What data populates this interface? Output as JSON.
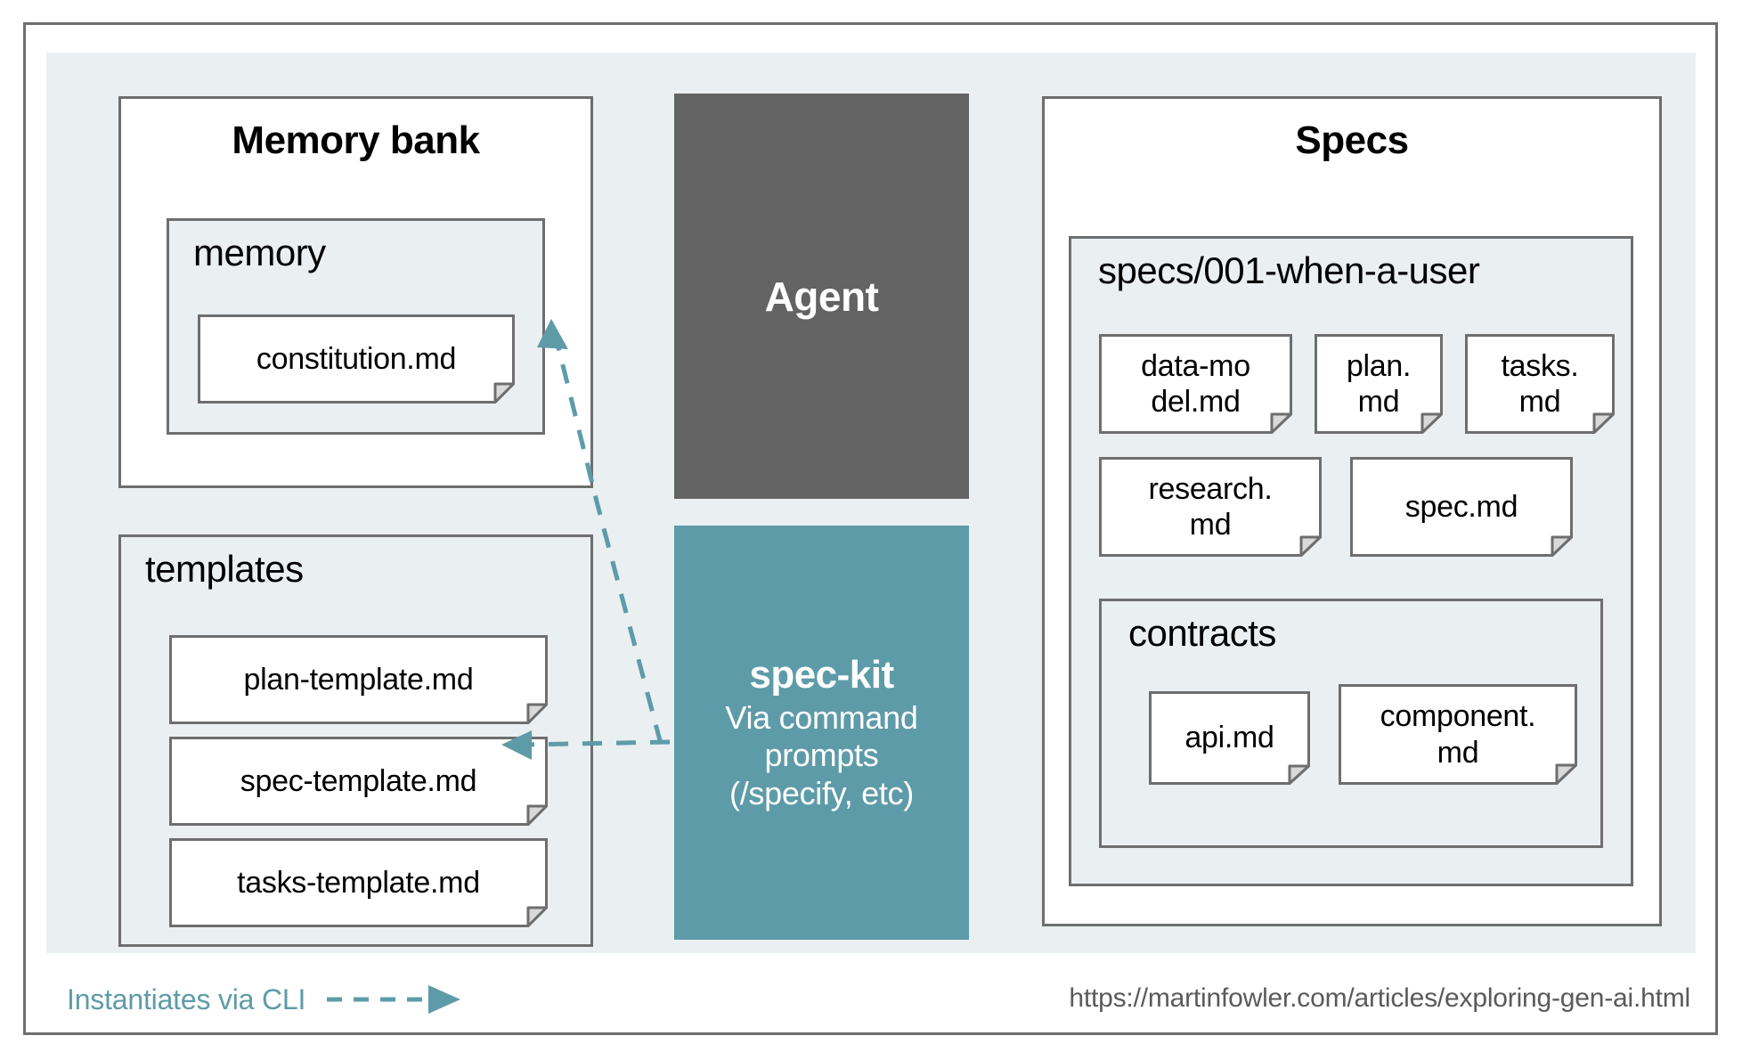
{
  "colors": {
    "panel_bg": "#eaeff2",
    "border_gray": "#6e6e6e",
    "agent_bg": "#636363",
    "speckit_bg": "#5e9ba8",
    "accent_teal": "#5e9ba8",
    "card_bg": "#ffffff",
    "text_black": "#000000",
    "url_gray": "#5a5a5a"
  },
  "memory_bank": {
    "title": "Memory bank",
    "memory_group": {
      "title": "memory",
      "files": [
        {
          "label": "constitution.md"
        }
      ]
    },
    "templates_group": {
      "title": "templates",
      "files": [
        {
          "label": "plan-template.md"
        },
        {
          "label": "spec-template.md"
        },
        {
          "label": "tasks-template.md"
        }
      ]
    }
  },
  "agent": {
    "label": "Agent"
  },
  "spec_kit": {
    "title": "spec-kit",
    "subtitle": "Via command\nprompts\n(/specify, etc)"
  },
  "specs": {
    "title": "Specs",
    "feature_group": {
      "title": "specs/001-when-a-user",
      "files_row1": [
        {
          "label": "data-mo\ndel.md"
        },
        {
          "label": "plan.\nmd"
        },
        {
          "label": "tasks.\nmd"
        }
      ],
      "files_row2": [
        {
          "label": "research.\nmd"
        },
        {
          "label": "spec.md"
        }
      ],
      "contracts_group": {
        "title": "contracts",
        "files": [
          {
            "label": "api.md"
          },
          {
            "label": "component.\nmd"
          }
        ]
      }
    }
  },
  "legend": {
    "label": "Instantiates via CLI",
    "arrow_icon": "dashed-arrow-right-icon"
  },
  "footer": {
    "source_url": "https://martinfowler.com/articles/exploring-gen-ai.html"
  }
}
